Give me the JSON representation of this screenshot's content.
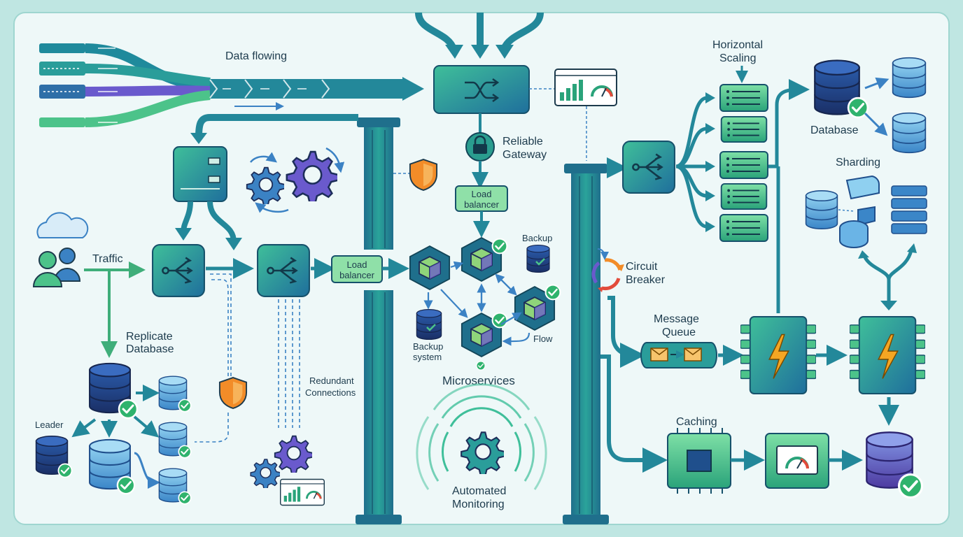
{
  "labels": {
    "data_flowing": "Data flowing",
    "traffic": "Traffic",
    "replicate_line1": "Replicate",
    "replicate_line2": "Database",
    "leader": "Leader",
    "redundant_line1": "Redundant",
    "redundant_line2": "Connections",
    "reliable_line1": "Reliable",
    "reliable_line2": "Gateway",
    "lb_top_line1": "Load",
    "lb_top_line2": "balancer",
    "lb_mid_line1": "Load",
    "lb_mid_line2": "balancer",
    "backup": "Backup",
    "backup_system_line1": "Backup",
    "backup_system_line2": "system",
    "flow": "Flow",
    "microservices": "Microservices",
    "automated_line1": "Automated",
    "automated_line2": "Monitoring",
    "circuit_line1": "Circuit",
    "circuit_line2": "Breaker",
    "message_line1": "Message",
    "message_line2": "Queue",
    "horizontal_line1": "Horizontal",
    "horizontal_line2": "Scaling",
    "database": "Database",
    "sharding": "Sharding",
    "caching": "Caching"
  },
  "colors": {
    "background": "#eef8f8",
    "frame": "#bfe6e2",
    "teal_dark": "#1f7a8c",
    "teal": "#2a9d8f",
    "green": "#4cc38a",
    "blue": "#3b82c4",
    "navy": "#1e3a6e",
    "purple": "#6a5acd",
    "orange": "#f28c28",
    "check_green": "#2fb36d"
  }
}
